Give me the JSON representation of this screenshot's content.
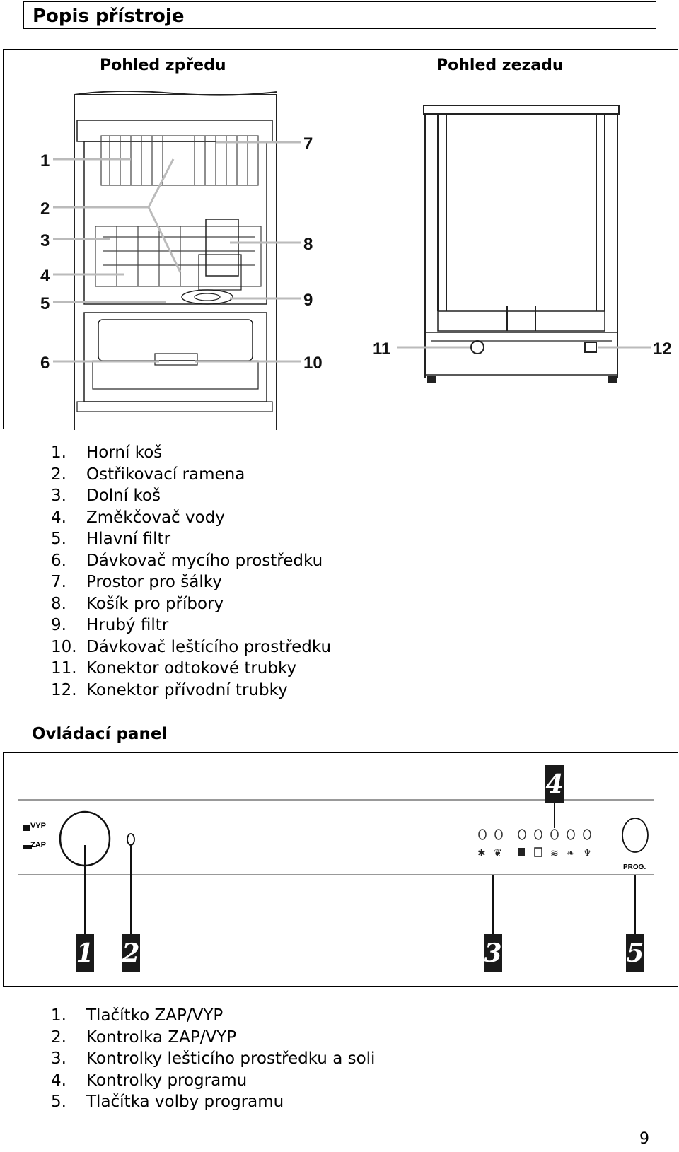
{
  "title": "Popis přístroje",
  "figure": {
    "front_view_label": "Pohled zpředu",
    "back_view_label": "Pohled zezadu",
    "callouts": [
      "1",
      "2",
      "3",
      "4",
      "5",
      "6",
      "7",
      "8",
      "9",
      "10",
      "11",
      "12"
    ]
  },
  "parts": [
    {
      "num": "1.",
      "label": "Horní koš"
    },
    {
      "num": "2.",
      "label": "Ostřikovací ramena"
    },
    {
      "num": "3.",
      "label": "Dolní koš"
    },
    {
      "num": "4.",
      "label": "Změkčovač vody"
    },
    {
      "num": "5.",
      "label": "Hlavní filtr"
    },
    {
      "num": "6.",
      "label": "Dávkovač mycího prostředku"
    },
    {
      "num": "7.",
      "label": "Prostor pro šálky"
    },
    {
      "num": "8.",
      "label": "Košík pro příbory"
    },
    {
      "num": "9.",
      "label": "Hrubý filtr"
    },
    {
      "num": "10.",
      "label": "Dávkovač leštícího prostředku"
    },
    {
      "num": "11.",
      "label": "Konektor odtokové trubky"
    },
    {
      "num": "12.",
      "label": "Konektor přívodní trubky"
    }
  ],
  "panel_section_title": "Ovládací panel",
  "panel": {
    "vyp": "VYP",
    "zap": "ZAP",
    "prog": "PROG.",
    "callouts": [
      "1",
      "2",
      "3",
      "4",
      "5"
    ]
  },
  "controls": [
    {
      "num": "1.",
      "label": "Tlačítko ZAP/VYP"
    },
    {
      "num": "2.",
      "label": "Kontrolka ZAP/VYP"
    },
    {
      "num": "3.",
      "label": "Kontrolky lešticího prostředku a soli"
    },
    {
      "num": "4.",
      "label": "Kontrolky programu"
    },
    {
      "num": "5.",
      "label": "Tlačítka volby programu"
    }
  ],
  "page_number": "9"
}
